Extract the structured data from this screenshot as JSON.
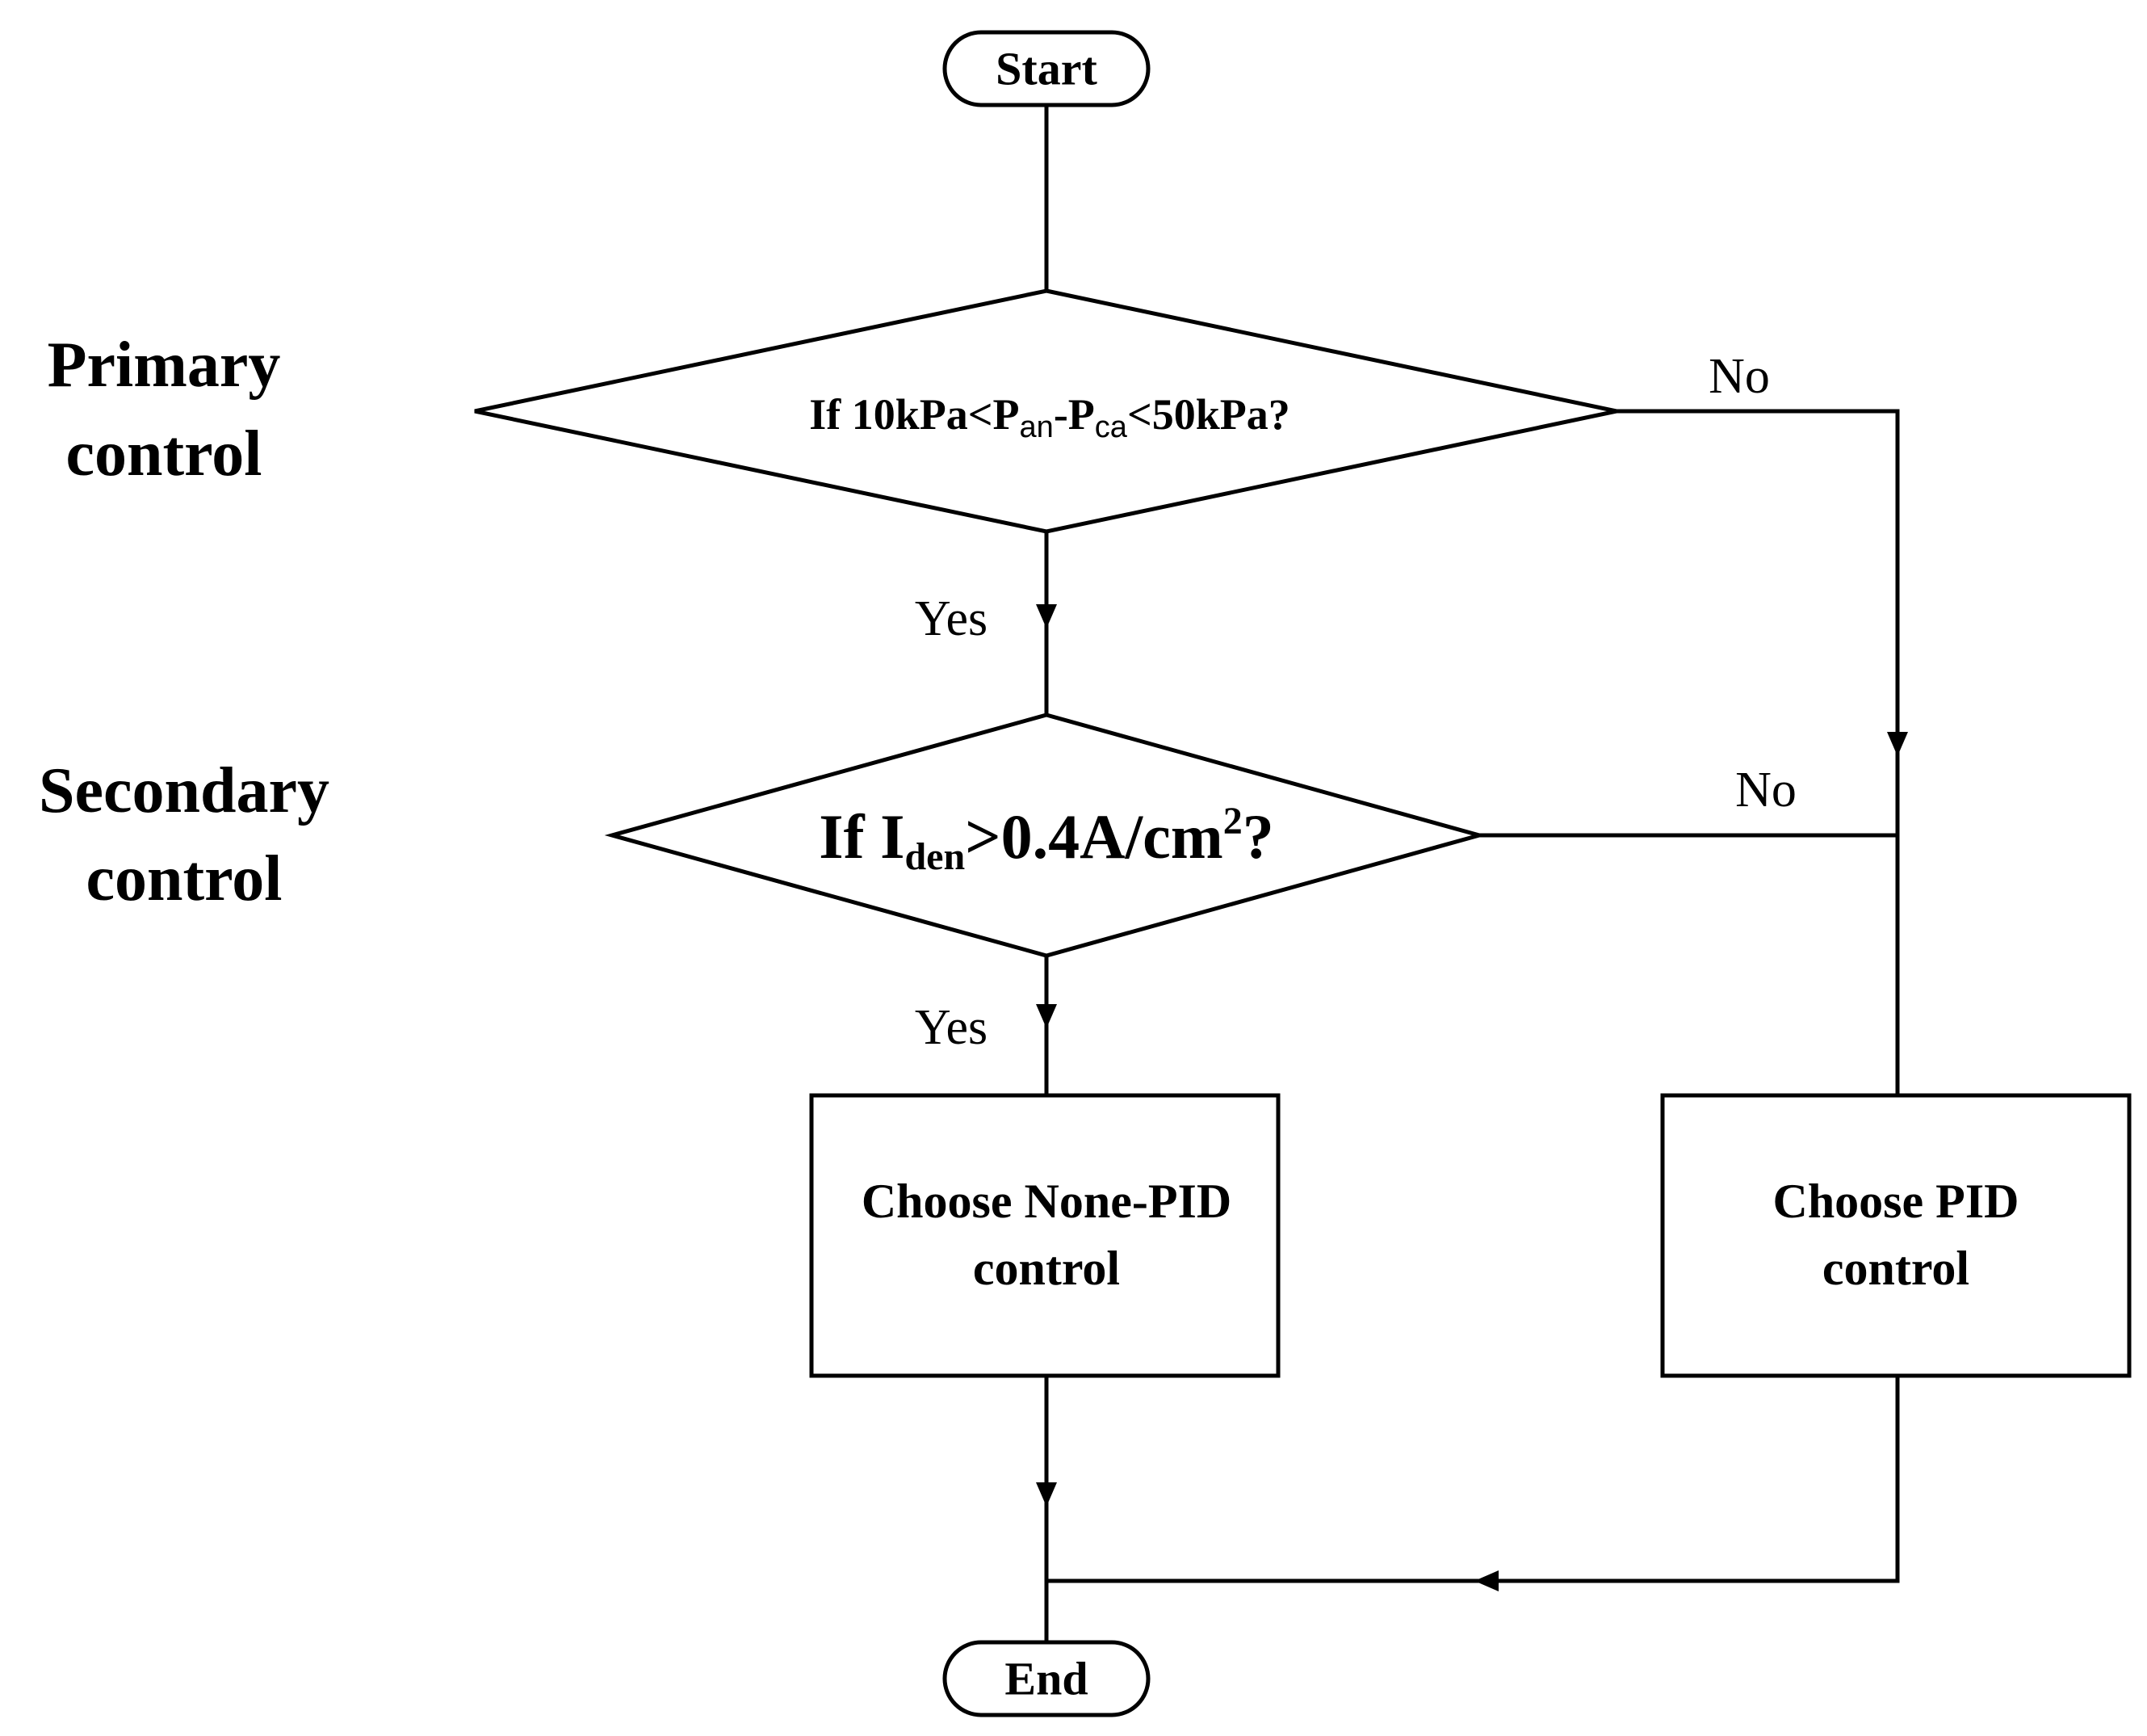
{
  "flowchart": {
    "terminals": {
      "start": "Start",
      "end": "End"
    },
    "section_labels": {
      "primary": [
        "Primary",
        "control"
      ],
      "secondary": [
        "Secondary",
        "control"
      ]
    },
    "decisions": {
      "primary": {
        "prefix": "If 10kPa<P",
        "sub1": "an",
        "mid": "-P",
        "sub2": "ca",
        "suffix": "<50kPa?"
      },
      "secondary": {
        "prefix": "If I",
        "sub": "den",
        "mid": ">0.4A/cm",
        "sup": "2",
        "suffix": "?"
      }
    },
    "processes": {
      "none_pid": [
        "Choose None-PID",
        "control"
      ],
      "pid": [
        "Choose PID",
        "control"
      ]
    },
    "branch_labels": {
      "primary_yes": "Yes",
      "primary_no": "No",
      "secondary_yes": "Yes",
      "secondary_no": "No"
    }
  }
}
